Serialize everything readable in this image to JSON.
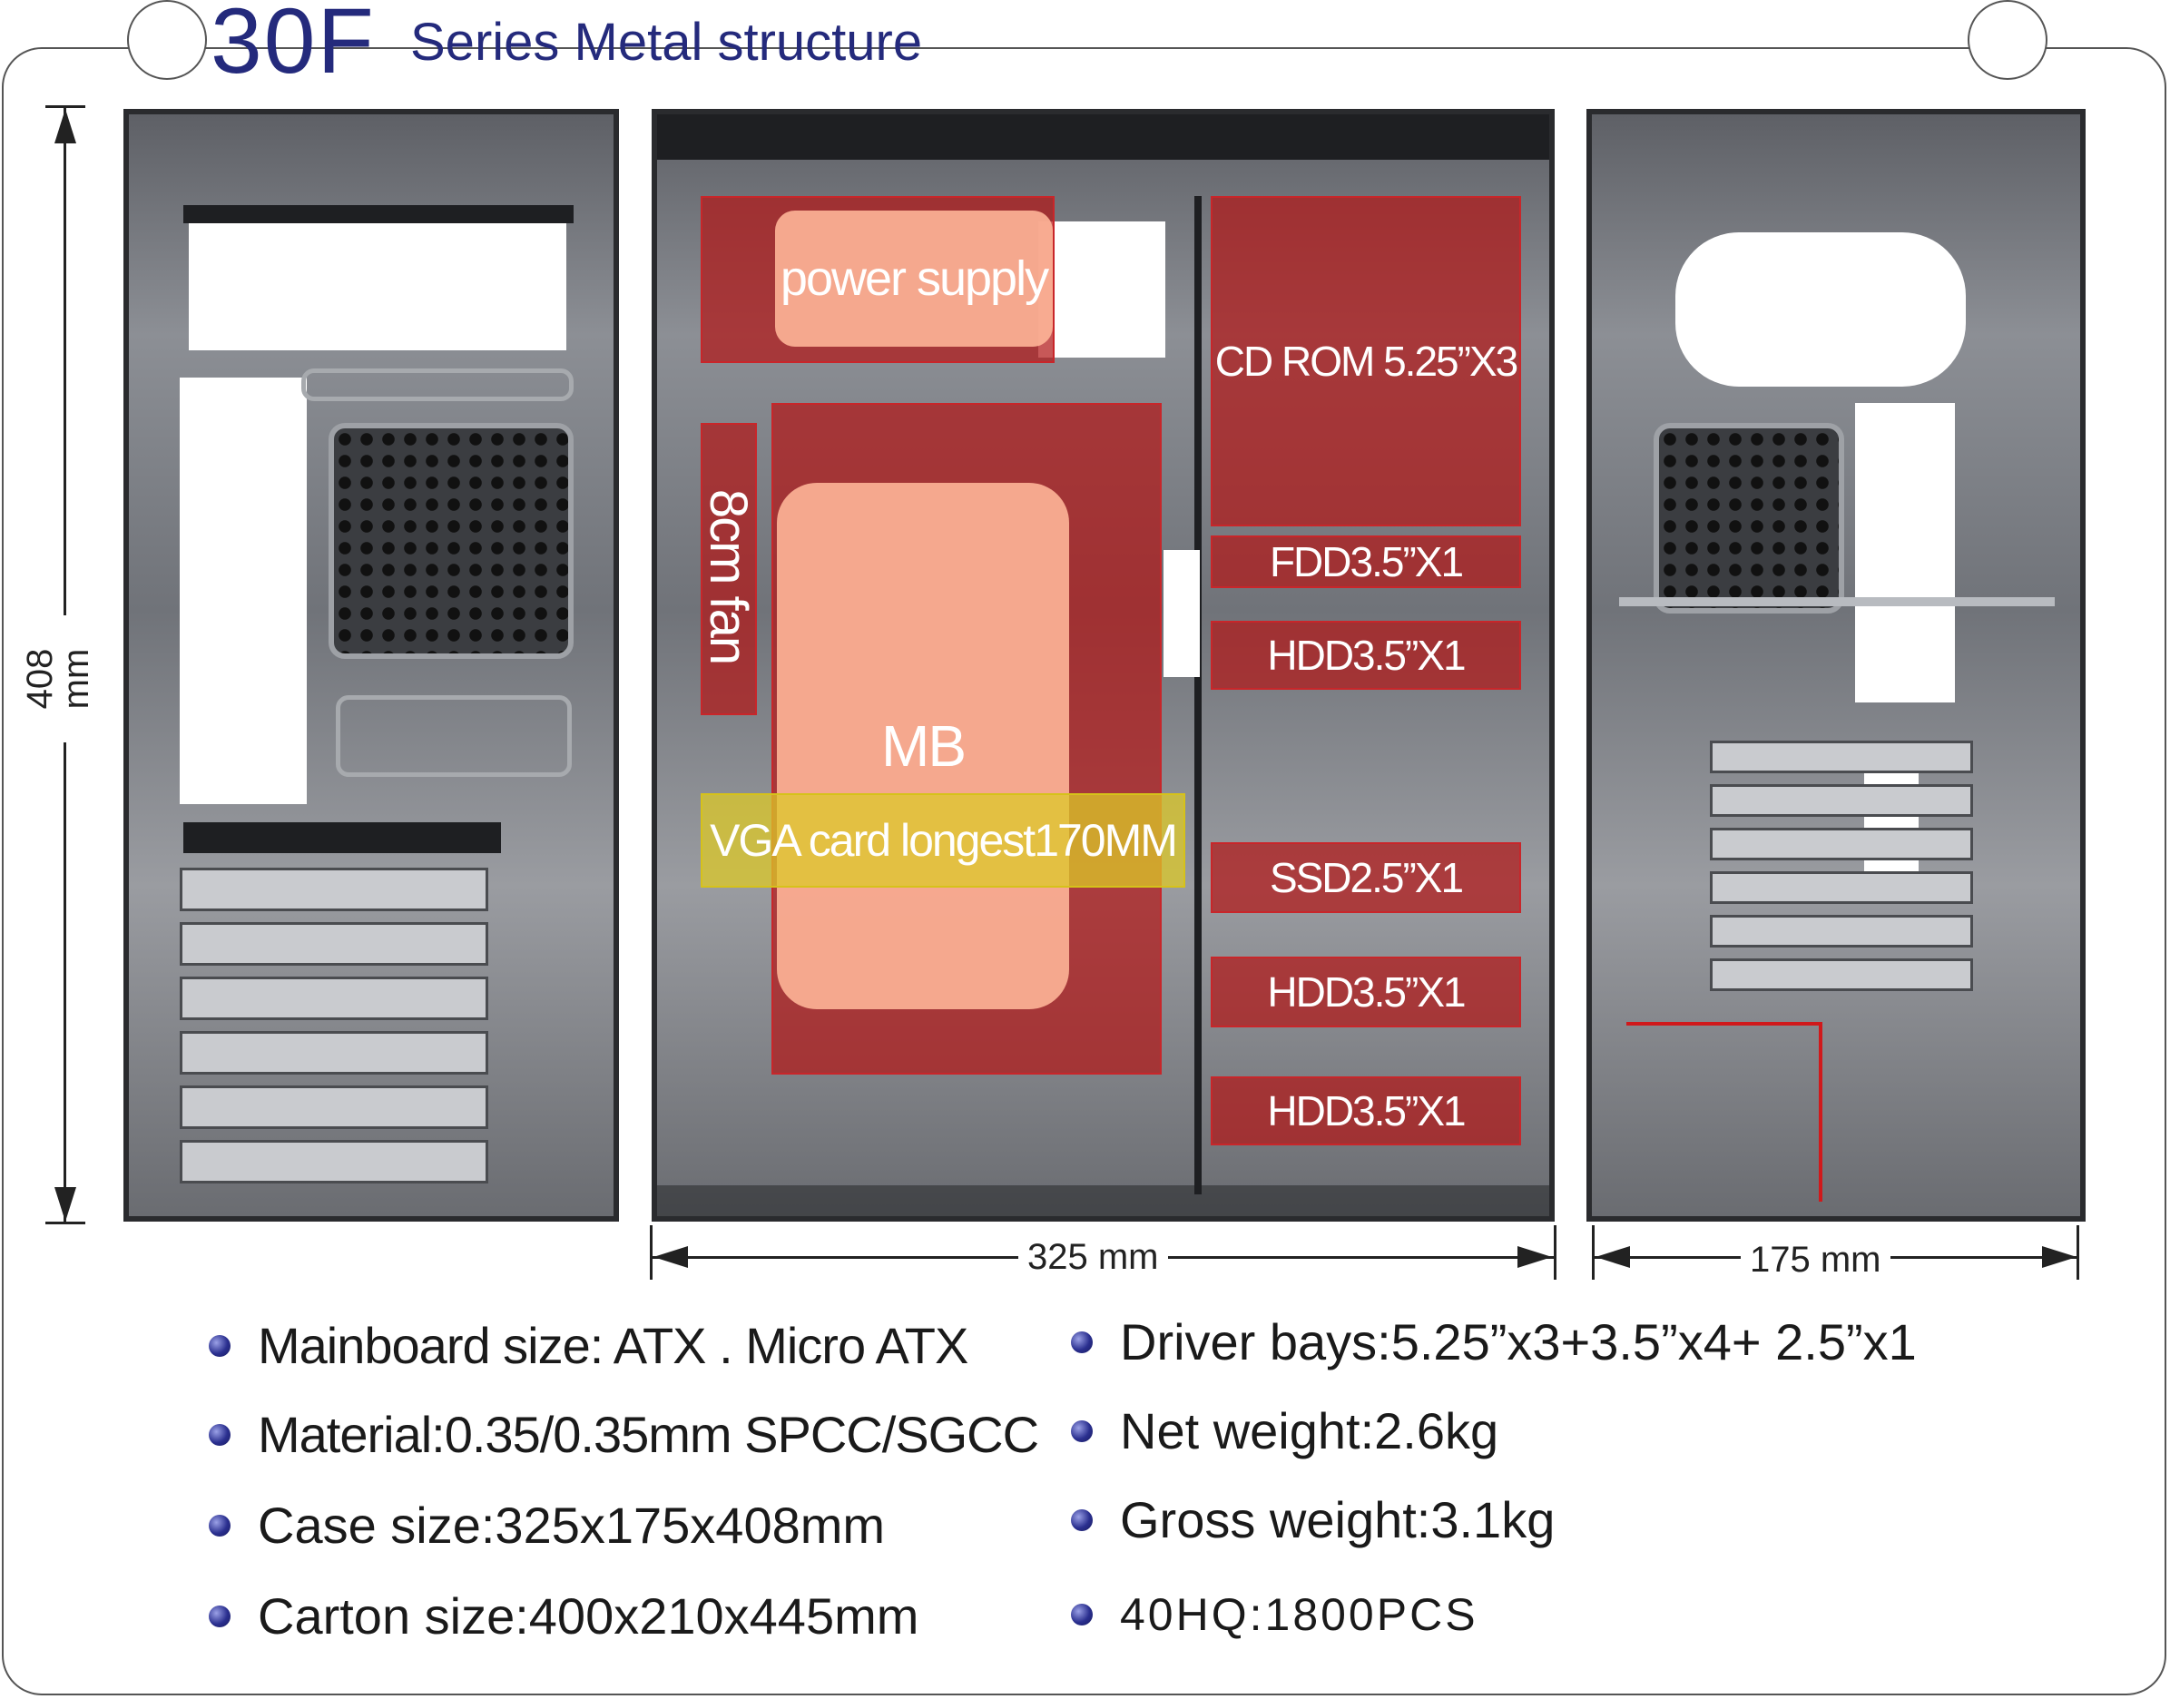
{
  "header": {
    "model": "30F",
    "subtitle": "Series Metal structure"
  },
  "dimensions": {
    "height": "408 mm",
    "depth": "325 mm",
    "width": "175 mm"
  },
  "labels": {
    "power_supply": "power supply",
    "fan": "8cm fan",
    "mb": "MB",
    "vga": "VGA card longest170MM",
    "cdrom": "CD ROM 5.25”X3",
    "fdd": "FDD3.5”X1",
    "hdd_top": "HDD3.5”X1",
    "ssd": "SSD2.5”X1",
    "hdd_mid": "HDD3.5”X1",
    "hdd_bottom": "HDD3.5”X1"
  },
  "specs": {
    "left": [
      "Mainboard size: ATX . Micro ATX",
      "Material:0.35/0.35mm SPCC/SGCC",
      "Case size:325x175x408mm",
      "Carton size:400x210x445mm"
    ],
    "right": [
      "Driver bays:5.25”x3+3.5”x4+ 2.5”x1",
      "Net weight:2.6kg",
      "Gross weight:3.1kg",
      "40HQ:1800PCS"
    ]
  },
  "colors": {
    "title": "#242a7c",
    "overlay_red": "#b21818",
    "overlay_peach": "#fcb296",
    "overlay_yellow": "#dcc828",
    "bullet": "#2a2f8f"
  }
}
